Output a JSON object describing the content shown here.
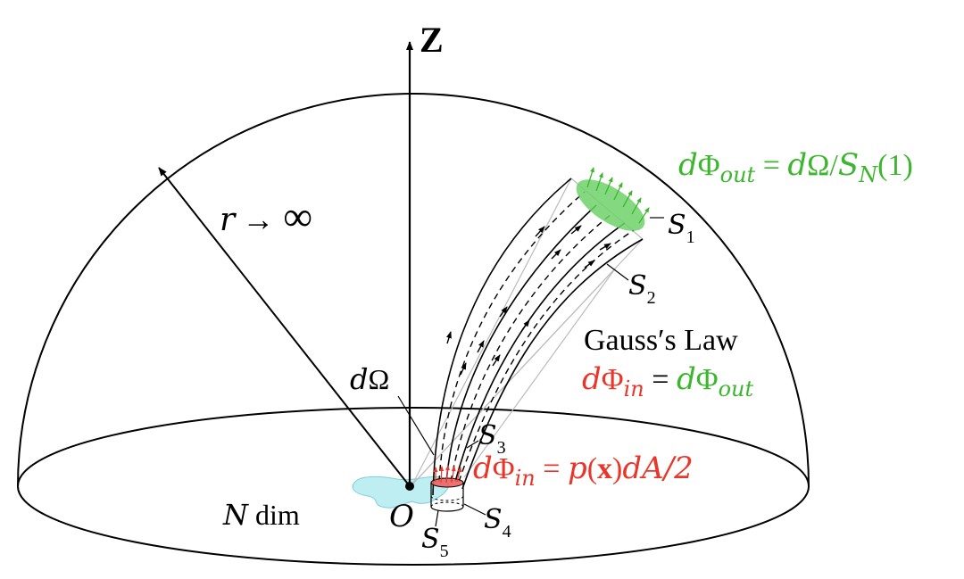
{
  "axis": {
    "z_label": "Z"
  },
  "radius_label": {
    "r": "r",
    "arrow": "→",
    "infinity": "∞"
  },
  "origin_label": "O",
  "dimension_label": {
    "n": "N",
    "dim": "dim"
  },
  "solid_angle_label": {
    "d": "d",
    "omega": "Ω"
  },
  "surfaces": {
    "s1": {
      "s": "S",
      "sub": "1"
    },
    "s2": {
      "s": "S",
      "sub": "2"
    },
    "s3": {
      "s": "S",
      "sub": "3"
    },
    "s4": {
      "s": "S",
      "sub": "4"
    },
    "s5": {
      "s": "S",
      "sub": "5"
    }
  },
  "flux_out_eq": {
    "d": "d",
    "phi": "Φ",
    "sub": "out",
    "eq": " = ",
    "d2": "d",
    "omega": "Ω",
    "slash": "/",
    "s": "S",
    "n": "N",
    "one": "(1)"
  },
  "gauss_law": {
    "title": "Gauss′s Law",
    "lhs_d": "d",
    "lhs_phi": "Φ",
    "lhs_sub": "in",
    "eq": " = ",
    "rhs_d": "d",
    "rhs_phi": "Φ",
    "rhs_sub": "out"
  },
  "flux_in_eq": {
    "d": "d",
    "phi": "Φ",
    "sub": "in",
    "eq": " = ",
    "p": "p",
    "open": "(",
    "x": "x",
    "close": ")",
    "tail": "dA/2"
  },
  "colors": {
    "green": "#3cb62e",
    "red": "#e8372a",
    "light_blue": "#bfeef2",
    "green_fill": "#6fd16a",
    "red_fill": "#f06060"
  }
}
